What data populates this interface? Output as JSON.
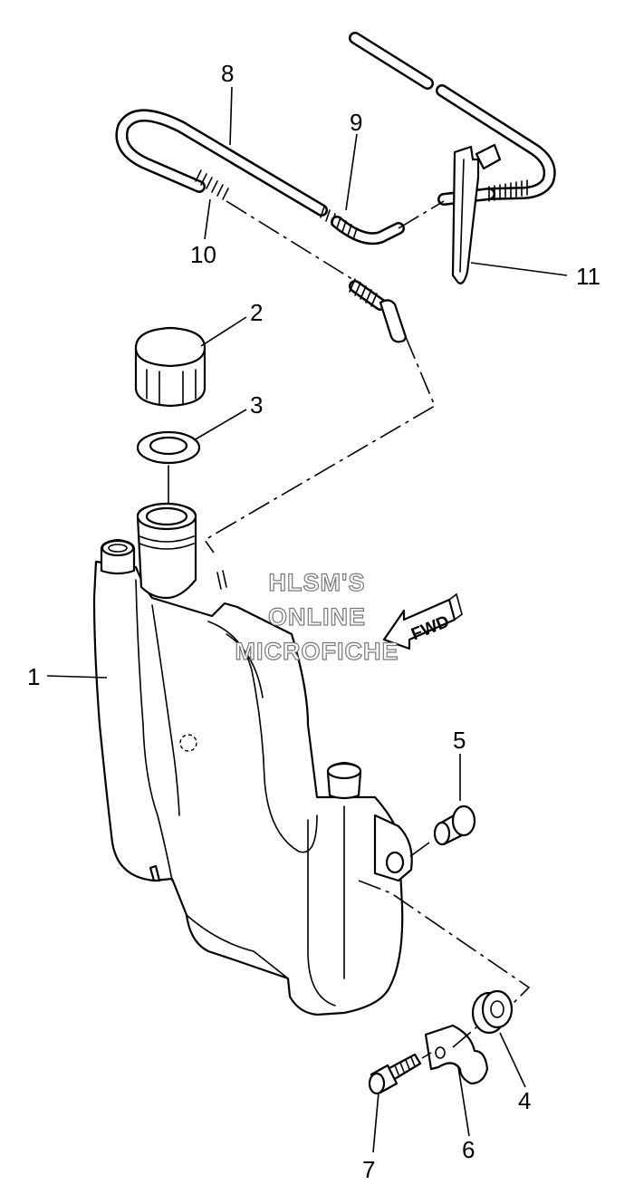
{
  "callouts": {
    "c1": "1",
    "c2": "2",
    "c3": "3",
    "c4": "4",
    "c5": "5",
    "c6": "6",
    "c7": "7",
    "c8": "8",
    "c9": "9",
    "c10": "10",
    "c11": "11"
  },
  "direction_arrow": {
    "label": "FWD"
  },
  "watermark": {
    "line1": "HLSM'S",
    "line2": "ONLINE",
    "line3": "MICROFICHE"
  }
}
